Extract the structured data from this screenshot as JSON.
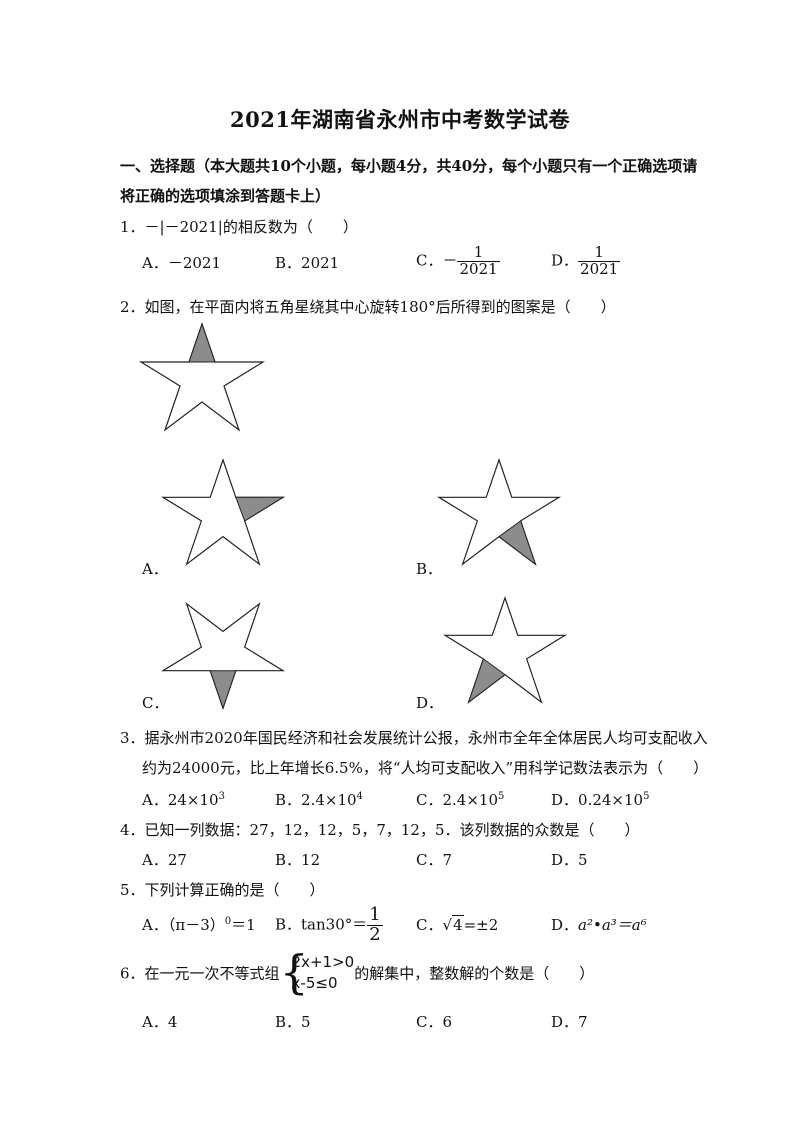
{
  "title": "2021年湖南省永州市中考数学试卷",
  "section1": {
    "line1": "一、选择题（本大题共10个小题，每小题4分，共40分，每个小题只有一个正确选项请",
    "line2": "将正确的选项填涂到答题卡上）"
  },
  "q1": {
    "stem": "1．－|－2021|的相反数为（　　）",
    "a": "A．－2021",
    "b": "B．2021",
    "c_label": "C．－",
    "c_num": "1",
    "c_den": "2021",
    "d_label": "D．",
    "d_num": "1",
    "d_den": "2021"
  },
  "q2": {
    "stem": "2．如图，在平面内将五角星绕其中心旋转180°后所得到的图案是（　　）",
    "a": "A．",
    "b": "B．",
    "c": "C．",
    "d": "D．"
  },
  "q3": {
    "line1": "3．据永州市2020年国民经济和社会发展统计公报，永州市全年全体居民人均可支配收入",
    "line2": "约为24000元，比上年增长6.5%，将“人均可支配收入”用科学记数法表示为（　　）",
    "a_base": "A．24×10",
    "a_exp": "3",
    "b_base": "B．2.4×10",
    "b_exp": "4",
    "c_base": "C．2.4×10",
    "c_exp": "5",
    "d_base": "D．0.24×10",
    "d_exp": "5"
  },
  "q4": {
    "stem": "4．已知一列数据：27，12，12，5，7，12，5．该列数据的众数是（　　）",
    "a": "A．27",
    "b": "B．12",
    "c": "C．7",
    "d": "D．5"
  },
  "q5": {
    "stem": "5．下列计算正确的是（　　）",
    "a_pre": "A．（π－3）",
    "a_exp": "0",
    "a_post": "＝1",
    "b_pre": "B．tan30°＝",
    "b_num": "1",
    "b_den": "2",
    "c_pre": "C．",
    "c_rad": "4",
    "c_post": "=±2",
    "d_pre": "D．",
    "d_expr": "a²•a³＝a⁶"
  },
  "q6": {
    "stem_pre": "6．在一元一次不等式组",
    "ineq1": "2x+1>0",
    "ineq2": "x-5≤0",
    "stem_post": "的解集中，整数解的个数是（　　）",
    "a": "A．4",
    "b": "B．5",
    "c": "C．6",
    "d": "D．7"
  }
}
